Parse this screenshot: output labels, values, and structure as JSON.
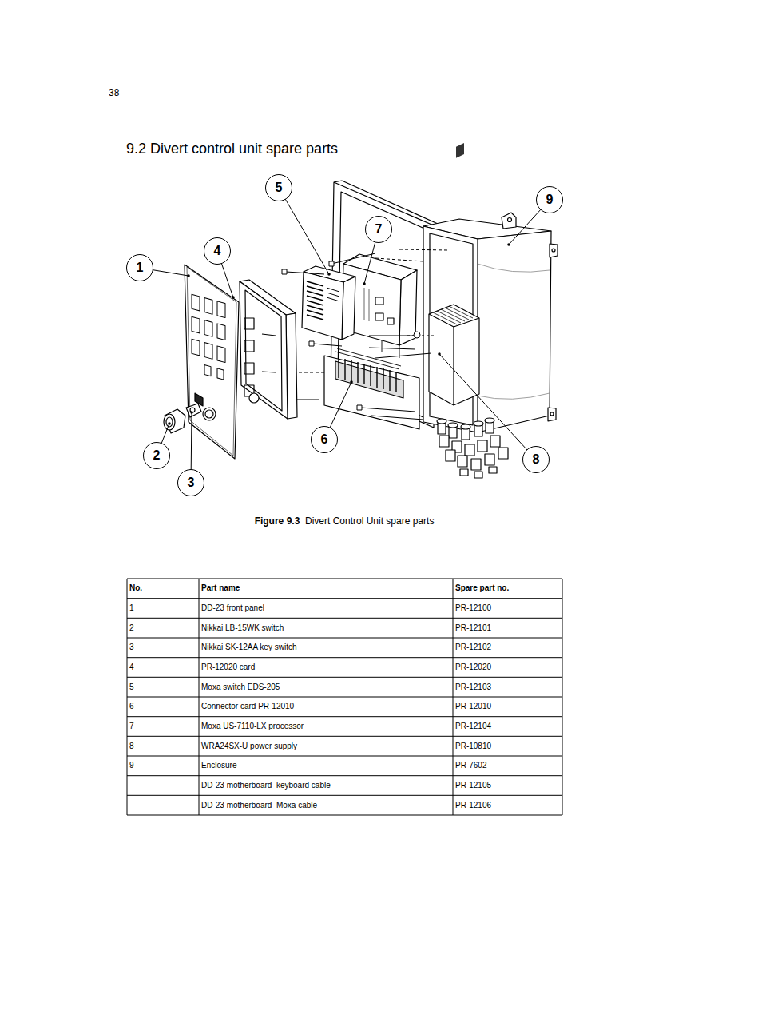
{
  "diagram": {
    "title": "9.2 Divert control unit spare parts",
    "caption": "Figure 9.3 Divert Control Unit spare parts",
    "nodes": [
      {
        "text": [
          "5"
        ]
      },
      {
        "text": [
          "9"
        ]
      },
      {
        "text": [
          "7"
        ]
      },
      {
        "text": [
          "4"
        ]
      },
      {
        "text": [
          "1"
        ]
      },
      {
        "text": [
          "6"
        ]
      },
      {
        "text": [
          "2"
        ]
      },
      {
        "text": [
          "8"
        ]
      },
      {
        "text": [
          "3"
        ]
      }
    ],
    "labels": [
      "38",
      "No.",
      "Part name",
      "Spare part no.",
      "1",
      "DD-23 front panel",
      "PR-12100",
      "2",
      "Nikkai LB-15WK switch",
      "PR-12101",
      "3",
      "Nikkai SK-12AA key switch",
      "PR-12102",
      "4",
      "PR-12020 card",
      "PR-12020",
      "5",
      "Moxa switch EDS-205",
      "PR-12103",
      "6",
      "Connector card PR-12010",
      "PR-12010",
      "7",
      "Moxa US-7110-LX processor",
      "PR-12104",
      "8",
      "WRA24SX-U power supply",
      "PR-10810",
      "9",
      "Enclosure",
      "PR-7602",
      "DD-23 motherboard–keyboard cable",
      "PR-12105",
      "DD-23 motherboard–Moxa cable",
      "PR-12106"
    ]
  }
}
